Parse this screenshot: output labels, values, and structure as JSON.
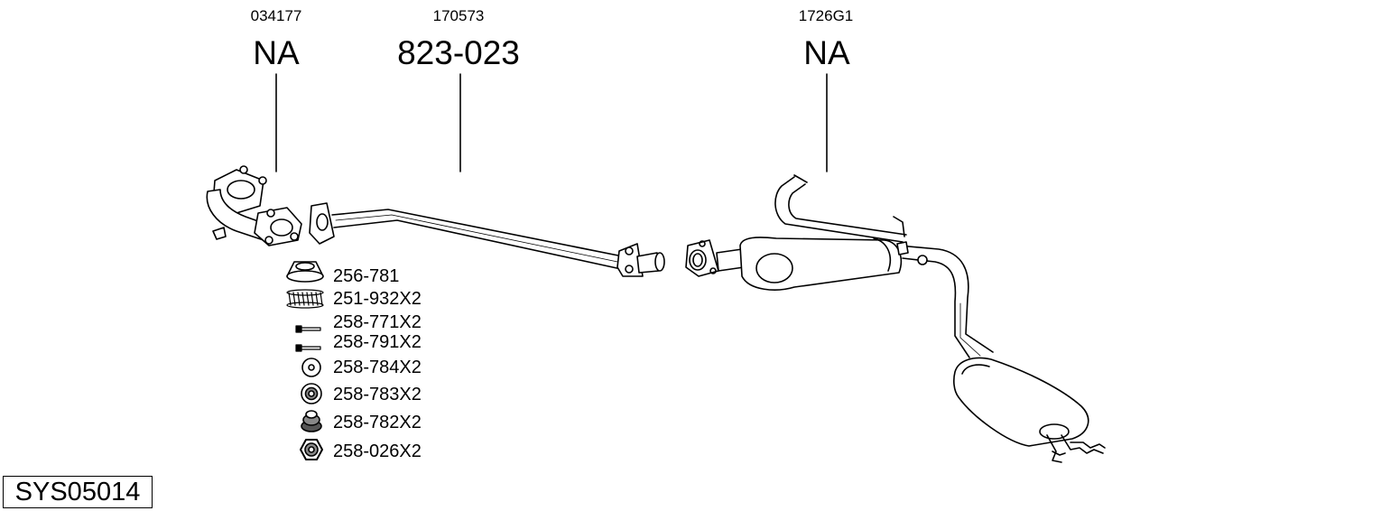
{
  "header_parts": [
    {
      "code": "034177",
      "ref": "NA"
    },
    {
      "code": "170573",
      "ref": "823-023"
    },
    {
      "code": "1726G1",
      "ref": "NA"
    }
  ],
  "small_parts": [
    {
      "label": "256-781",
      "icon": "gasket-ring-icon"
    },
    {
      "label": "251-932X2",
      "icon": "spring-icon"
    },
    {
      "label": "258-771X2",
      "icon": "bolt-icon"
    },
    {
      "label": "258-791X2",
      "icon": "bolt-icon"
    },
    {
      "label": "258-784X2",
      "icon": "washer-icon"
    },
    {
      "label": "258-783X2",
      "icon": "rubber-mount-icon"
    },
    {
      "label": "258-782X2",
      "icon": "stacked-mount-icon"
    },
    {
      "label": "258-026X2",
      "icon": "hex-nut-icon"
    }
  ],
  "system_code": "SYS05014"
}
